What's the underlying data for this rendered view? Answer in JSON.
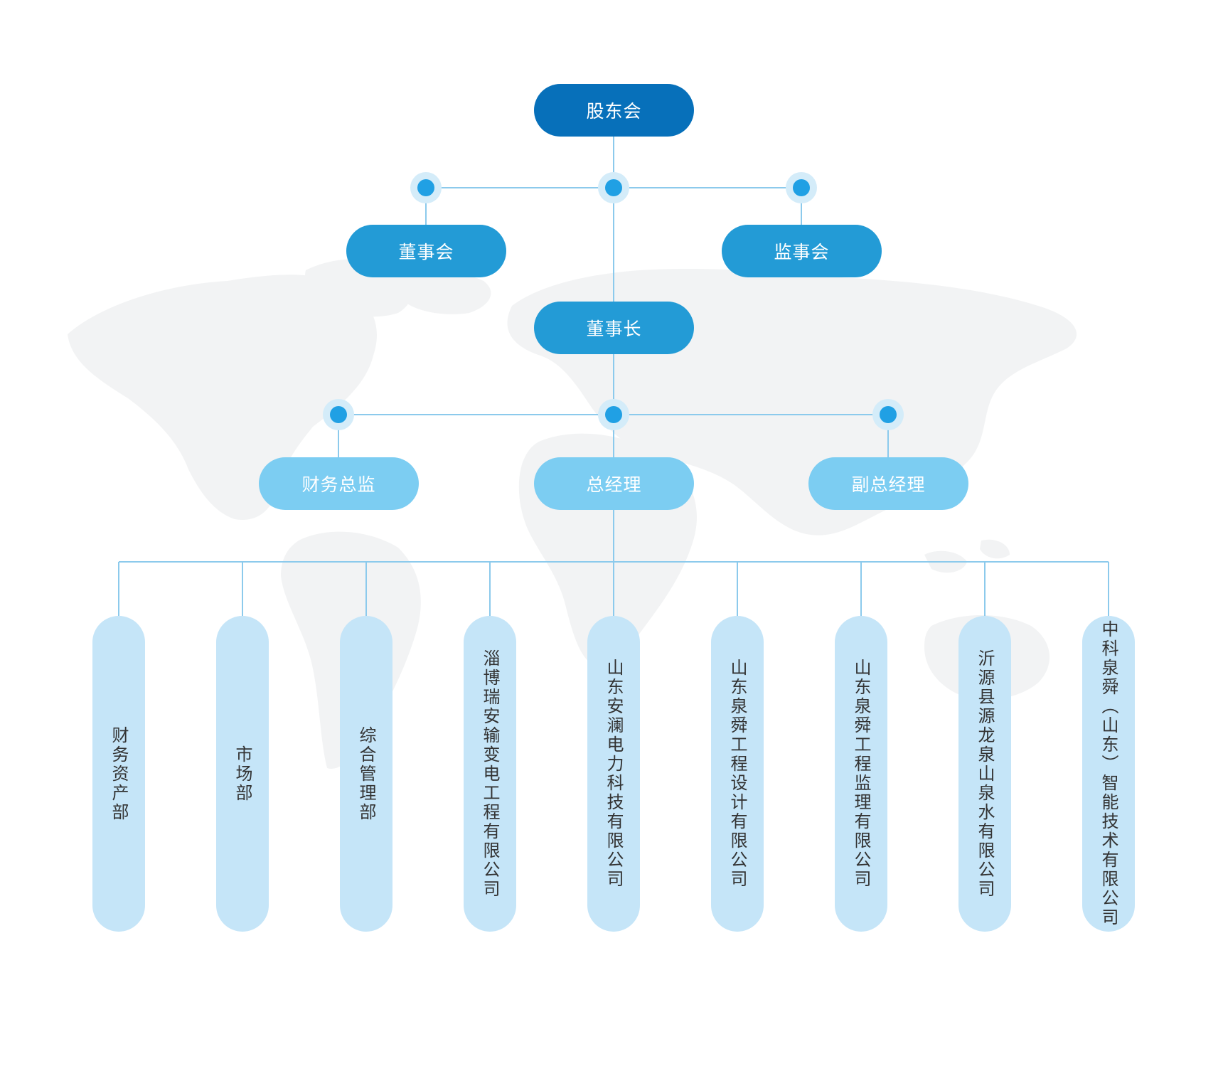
{
  "colors": {
    "level0": "#0770ba",
    "level1": "#239bd6",
    "level2": "#7ccdf2",
    "department": "#c5e5f8",
    "connector": "#8ccaec",
    "dot": "#20a0e4",
    "dot_halo": "#d4ecf9",
    "map": "#f2f3f4"
  },
  "chart": {
    "top": {
      "label": "股东会"
    },
    "board": {
      "left": "董事会",
      "center": "董事长",
      "right": "监事会"
    },
    "management": {
      "left": "财务总监",
      "center": "总经理",
      "right": "副总经理"
    },
    "departments": [
      "财务资产部",
      "市场部",
      "综合管理部",
      "淄博瑞安输变电工程有限公司",
      "山东安澜电力科技有限公司",
      "山东泉舜工程设计有限公司",
      "山东泉舜工程监理有限公司",
      "沂源县源龙泉山泉水有限公司",
      "中科泉舜（山东）智能技术有限公司"
    ]
  }
}
